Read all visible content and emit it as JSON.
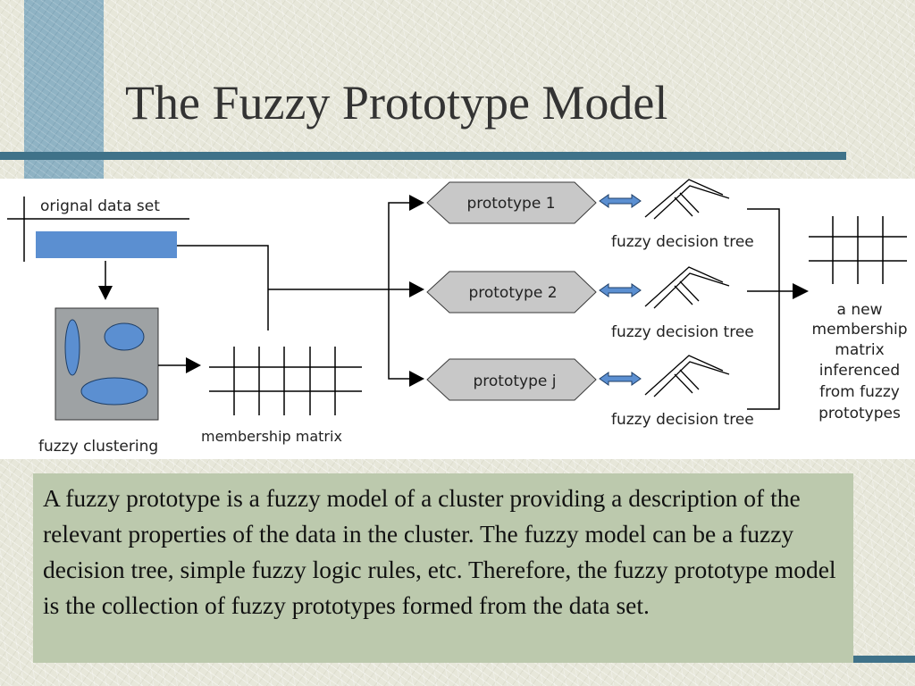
{
  "slide": {
    "title": "The Fuzzy Prototype Model",
    "body_text": "A fuzzy prototype is a fuzzy model of a cluster providing a description of the relevant properties of the data in the cluster. The fuzzy model can be a fuzzy decision tree, simple fuzzy logic rules, etc. Therefore, the fuzzy prototype model is the collection of fuzzy prototypes formed from the data set."
  },
  "diagram": {
    "original_data_label": "orignal data set",
    "fuzzy_clustering_label": "fuzzy clustering",
    "membership_matrix_label": "membership matrix",
    "prototypes": [
      {
        "label": "prototype 1",
        "tree_label": "fuzzy decision tree"
      },
      {
        "label": "prototype 2",
        "tree_label": "fuzzy decision tree"
      },
      {
        "label": "prototype j",
        "tree_label": "fuzzy decision tree"
      }
    ],
    "result_label_lines": [
      "a new",
      "membership",
      "matrix",
      "inferenced",
      "from fuzzy",
      "prototypes"
    ]
  },
  "colors": {
    "title_bar": "#3f7289",
    "side_column": "#8fb3c4",
    "data_bar": "#5b8fd1",
    "cluster_ellipse": "#5b8fd1",
    "cluster_box": "#9ea2a4",
    "prototype_fill": "#c8c8c8",
    "text_box": "#bcc9ad"
  }
}
